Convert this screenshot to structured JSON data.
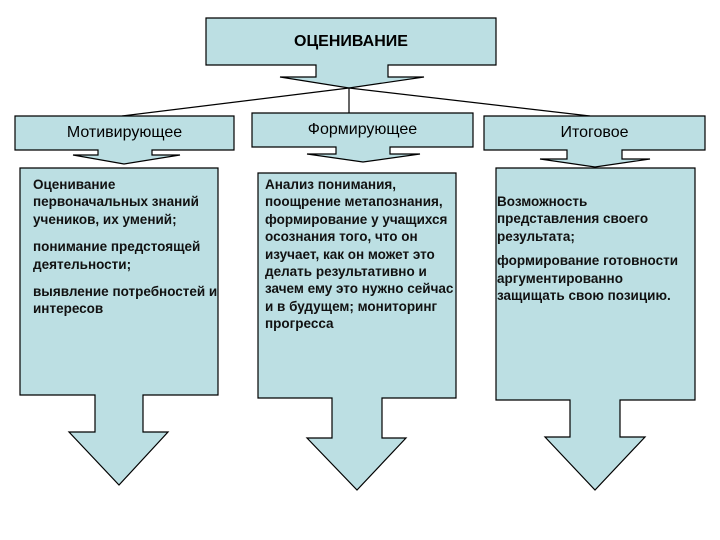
{
  "colors": {
    "fill": "#BCDFE3",
    "stroke": "#000000",
    "text": "#000000"
  },
  "top": {
    "title": "ОЦЕНИВАНИЕ"
  },
  "columns": [
    {
      "header": "Мотивирующее",
      "items": [
        "Оценивание первоначальных знаний учеников, их умений;",
        "понимание предстоящей деятельности;",
        "выявление потребностей и интересов"
      ]
    },
    {
      "header": "Формирующее",
      "items": [
        "Анализ понимания, поощрение метапознания, формирование у учащихся осознания того, что он изучает, как он может это делать результативно и зачем ему это нужно сейчас и в будущем; мониторинг прогресса"
      ]
    },
    {
      "header": "Итоговое",
      "items": [
        "Возможность представления своего результата;",
        "формирование готовности аргументированно защищать свою позицию."
      ]
    }
  ]
}
